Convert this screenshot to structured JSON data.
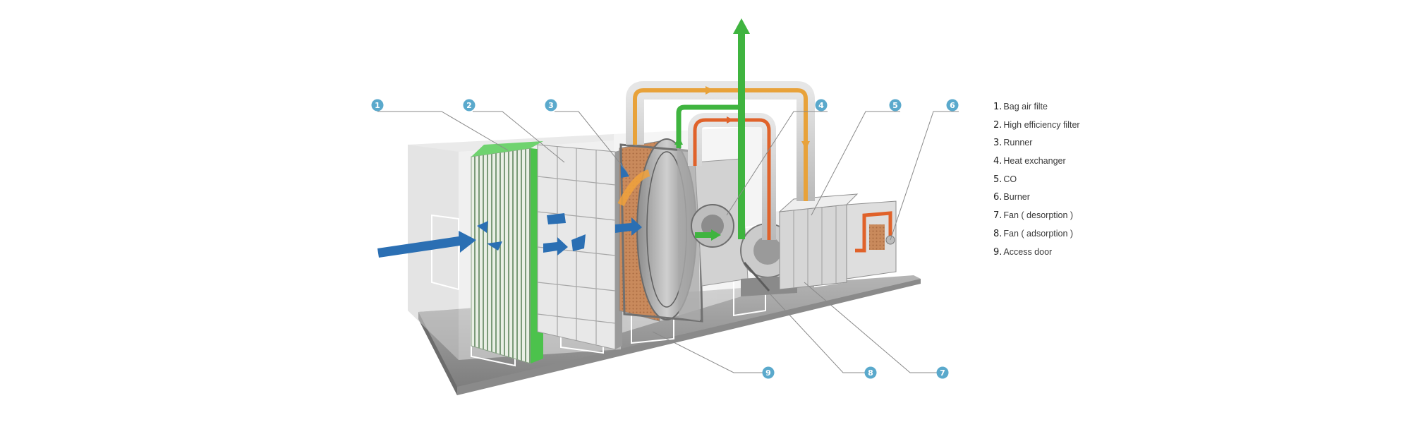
{
  "callouts": [
    "1",
    "2",
    "3",
    "4",
    "5",
    "6",
    "7",
    "8",
    "9"
  ],
  "legend": [
    {
      "num": "1.",
      "label": "Bag air filte"
    },
    {
      "num": "2.",
      "label": "High efficiency filter"
    },
    {
      "num": "3.",
      "label": "Runner"
    },
    {
      "num": "4.",
      "label": "Heat exchanger"
    },
    {
      "num": "5.",
      "label": "CO"
    },
    {
      "num": "6.",
      "label": "Burner"
    },
    {
      "num": "7.",
      "label": "Fan ( desorption )"
    },
    {
      "num": "8.",
      "label": "Fan ( adsorption )"
    },
    {
      "num": "9.",
      "label": "Access door"
    }
  ],
  "colors": {
    "callout_fill": "#5aa9cc",
    "inlet_airflow": "#2b6fb3",
    "clean_air_exhaust": "#3fb43f",
    "hot_desorption_air": "#e8a23a",
    "burner_air": "#e0622a",
    "bag_filter": "#4cc24c",
    "housing": "#d8d8d8",
    "base": "#9a9a9a"
  },
  "icons": [
    "airflow-arrow-icon",
    "exhaust-arrow-icon"
  ]
}
